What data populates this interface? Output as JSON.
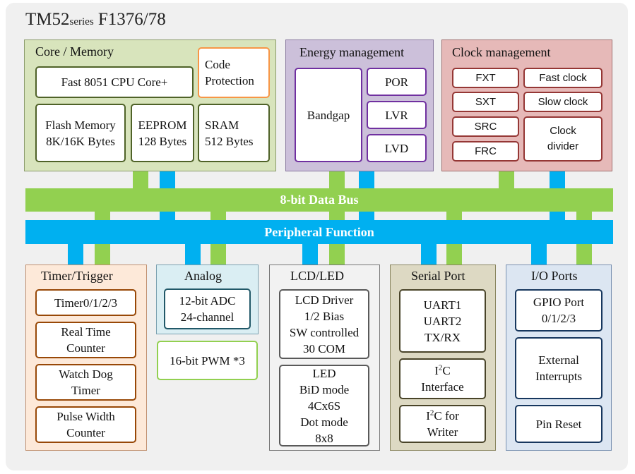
{
  "title": {
    "main": "TM52",
    "sub": "series",
    "model": "F1376/78"
  },
  "colors": {
    "data_bus": "#92d050",
    "peripheral_bus": "#00b0f0"
  },
  "buses": {
    "data_bus": "8-bit Data Bus",
    "peripheral": "Peripheral Function"
  },
  "core_memory": {
    "title": "Core / Memory",
    "cpu": "Fast 8051 CPU Core+",
    "code_protection": "Code\nProtection",
    "flash": "Flash Memory\n8K/16K Bytes",
    "eeprom": "EEPROM\n128 Bytes",
    "sram": "SRAM\n512 Bytes"
  },
  "energy": {
    "title": "Energy management",
    "bandgap": "Bandgap",
    "por": "POR",
    "lvr": "LVR",
    "lvd": "LVD"
  },
  "clock": {
    "title": "Clock management",
    "fxt": "FXT",
    "sxt": "SXT",
    "src": "SRC",
    "frc": "FRC",
    "fast_clock": "Fast clock",
    "slow_clock": "Slow clock",
    "divider": "Clock\ndivider"
  },
  "timer": {
    "title": "Timer/Trigger",
    "timers": "Timer0/1/2/3",
    "rtc": "Real Time\nCounter",
    "watchdog": "Watch Dog\nTimer",
    "pwc": "Pulse Width\nCounter"
  },
  "analog": {
    "title": "Analog",
    "adc": "12-bit ADC\n24-channel",
    "pwm": "16-bit PWM *3"
  },
  "lcd_led": {
    "title": "LCD/LED",
    "lcd": "LCD Driver\n1/2 Bias\nSW controlled\n30 COM",
    "led": "LED\nBiD mode\n4Cx6S\nDot mode\n8x8"
  },
  "serial": {
    "title": "Serial Port",
    "uart": "UART1\nUART2\nTX/RX",
    "i2c_main": "I",
    "i2c_sup": "2",
    "i2c_rest": "C",
    "i2c_line2": "Interface",
    "i2c_writer_line2": "Writer",
    "i2c_writer_rest": "C for"
  },
  "io": {
    "title": "I/O Ports",
    "gpio": "GPIO Port\n0/1/2/3",
    "ext_int": "External\nInterrupts",
    "pin_reset": "Pin Reset"
  }
}
